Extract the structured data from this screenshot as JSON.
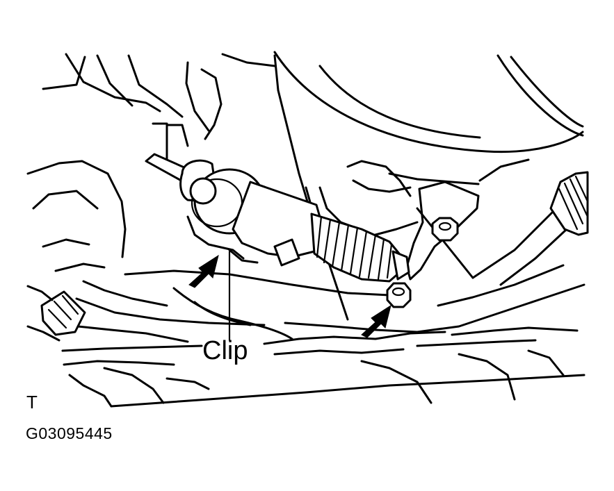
{
  "labels": {
    "clip": "Clip",
    "view_letter": "T",
    "figure_code": "G03095445"
  },
  "icons": {
    "arrow_left": "filled-arrow-icon",
    "arrow_right": "filled-arrow-icon"
  }
}
